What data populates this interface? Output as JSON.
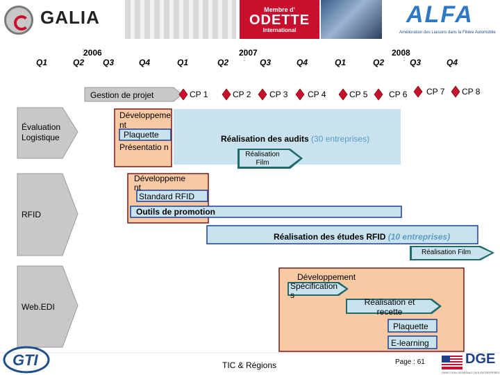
{
  "header": {
    "galia_logo": "GALIA",
    "odette_logo": {
      "top": "Membre d'",
      "name": "ODETTE",
      "bottom": "International"
    },
    "alfa_logo": {
      "name": "ALFA",
      "tagline": "Amélioration des Liaisons dans la Filière Automobile"
    }
  },
  "timeline": {
    "years": [
      "2006",
      "2007",
      "2008"
    ],
    "quarters": [
      "Q1",
      "Q2",
      "Q3",
      "Q4",
      "Q1",
      "Q2",
      "Q3",
      "Q4",
      "Q1",
      "Q2",
      "Q3",
      "Q4"
    ]
  },
  "milestones": {
    "gestion": "Gestion de projet",
    "cps": [
      "CP 1",
      "CP 2",
      "CP 3",
      "CP 4",
      "CP 5",
      "CP 6",
      "CP 7",
      "CP 8"
    ]
  },
  "rows": {
    "evaluation": "Évaluation Logistique",
    "rfid": "RFID",
    "webedi": "Web.EDI"
  },
  "evaluation_tasks": {
    "dev_label": "Développeme nt",
    "plaquette": "Plaquette",
    "presentation": "Présentatio n",
    "audits_main": "Réalisation des audits",
    "audits_count": "(30 entreprises)",
    "film": "Réalisation Film"
  },
  "rfid_tasks": {
    "dev_label": "Développeme nt",
    "standard": "Standard RFID",
    "promotion": "Outils de promotion",
    "etudes_main": "Réalisation des études RFID",
    "etudes_count": "(10 entreprises)",
    "film": "Réalisation Film"
  },
  "webedi_tasks": {
    "dev_label": "Développement",
    "specs": "Spécification s",
    "recette": "Réalisation et recette",
    "plaquette": "Plaquette",
    "elearning": "E-learning"
  },
  "footer": {
    "gti": "GTI",
    "center": "TIC & Régions",
    "page": "Page : 61",
    "dge": "DGE",
    "dge_sub": "DIRECTION GÉNÉRALE DES ENTREPRISES"
  },
  "colors": {
    "gray_shape": "#c8c8c8",
    "diamond_red": "#c8102e",
    "peach": "#f9c9a4",
    "light_blue": "#c9e3ee",
    "teal_arrow": "#1f6b6b",
    "navy_border": "#1b3d9a",
    "dark_red_border": "#7a1a1a"
  }
}
